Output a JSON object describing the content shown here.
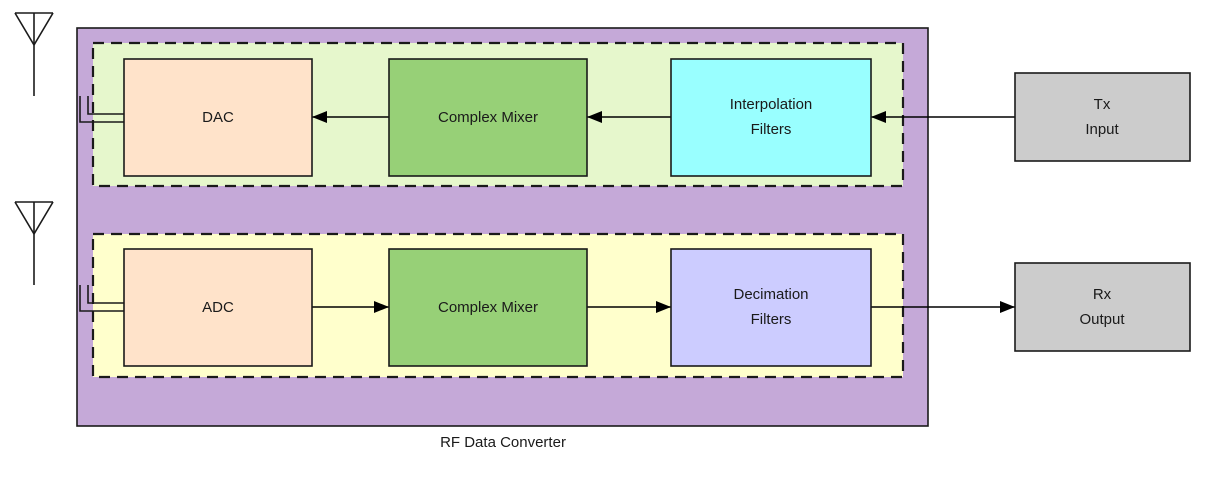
{
  "diagram": {
    "caption": "RF Data Converter",
    "type": "block-diagram",
    "colors": {
      "outer_container": "#C5A9D8",
      "tx_chain_band": "#E6F7CC",
      "rx_chain_band": "#FFFFCC",
      "converter_block": "#FFE3CA",
      "mixer_block": "#97D077",
      "interpolation_block": "#99FFFF",
      "decimation_block": "#CCCCFF",
      "io_block": "#CCCCCC",
      "stroke": "#1A1A1A"
    },
    "outer": {
      "label": "RF Data Converter"
    },
    "tx_chain": {
      "name": "transmit-chain",
      "blocks": [
        {
          "id": "dac",
          "label": "DAC"
        },
        {
          "id": "tx-mixer",
          "label": "Complex Mixer"
        },
        {
          "id": "interpolation-filters",
          "label_line1": "Interpolation",
          "label_line2": "Filters"
        }
      ]
    },
    "rx_chain": {
      "name": "receive-chain",
      "blocks": [
        {
          "id": "adc",
          "label": "ADC"
        },
        {
          "id": "rx-mixer",
          "label": "Complex Mixer"
        },
        {
          "id": "decimation-filters",
          "label_line1": "Decimation",
          "label_line2": "Filters"
        }
      ]
    },
    "io": [
      {
        "id": "tx-input",
        "label_line1": "Tx",
        "label_line2": "Input"
      },
      {
        "id": "rx-output",
        "label_line1": "Rx",
        "label_line2": "Output"
      }
    ],
    "antennas": [
      {
        "id": "tx-antenna"
      },
      {
        "id": "rx-antenna"
      }
    ]
  }
}
